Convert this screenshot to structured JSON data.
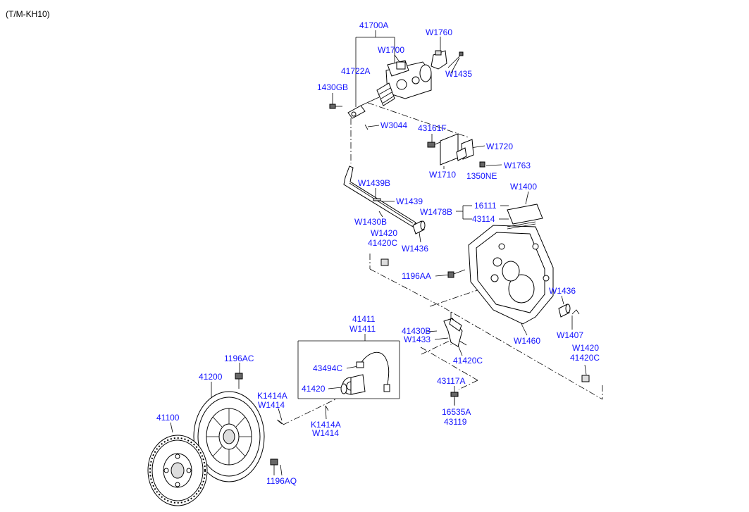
{
  "header": {
    "model_code": "(T/M-KH10)"
  },
  "labels": {
    "l41700A": "41700A",
    "lW1760": "W1760",
    "lW1700": "W1700",
    "l41722A": "41722A",
    "lW1435": "W1435",
    "l1430GB": "1430GB",
    "lW3044": "W3044",
    "l43161F": "43161F",
    "lW1720": "W1720",
    "lW1710": "W1710",
    "l1350NE": "1350NE",
    "lW1763": "W1763",
    "lW1400": "W1400",
    "lW1439B": "W1439B",
    "lW1439": "W1439",
    "lW1478B": "W1478B",
    "l16111": "16111",
    "l43114": "43114",
    "lW1430B": "W1430B",
    "lW1420a": "W1420",
    "l41420Ca": "41420C",
    "lW1436a": "W1436",
    "l1196AA": "1196AA",
    "lW1436b": "W1436",
    "lW1407": "W1407",
    "l41411": "41411",
    "lW1411": "W1411",
    "l41430B": "41430B",
    "lW1433": "W1433",
    "lW1460": "W1460",
    "lW1420b": "W1420",
    "l41420Cb": "41420C",
    "l1196AC": "1196AC",
    "l43494C": "43494C",
    "l41420Cc": "41420C",
    "l41200": "41200",
    "l41420": "41420",
    "l43117A": "43117A",
    "lK1414Aa": "K1414A",
    "lW1414a": "W1414",
    "l16535A": "16535A",
    "l43119": "43119",
    "l41100": "41100",
    "lK1414Ab": "K1414A",
    "lW1414b": "W1414",
    "l1196AQ": "1196AQ"
  }
}
